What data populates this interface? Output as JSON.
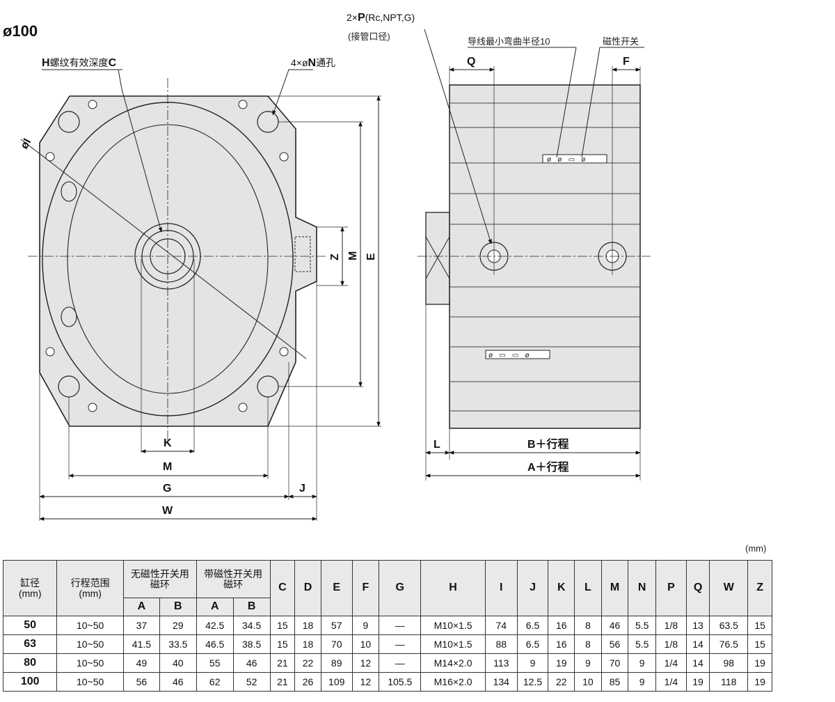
{
  "title": "ø100",
  "front_view_labels": {
    "thread_label_h": "H",
    "thread_label_text": "螺纹有效深度",
    "thread_label_c": "C",
    "hole_label_prefix": "4×ø",
    "hole_label_n": "N",
    "hole_label_suffix": "通孔",
    "dim_i": "øI",
    "dim_k": "K",
    "dim_m_bottom": "M",
    "dim_g": "G",
    "dim_w": "W",
    "dim_j": "J",
    "dim_z": "Z",
    "dim_m_side": "M",
    "dim_e": "E"
  },
  "side_view_labels": {
    "port_label_prefix": "2×",
    "port_label_p": "P",
    "port_label_suffix": "(Rc,NPT,G)",
    "port_note": "(接管口径)",
    "bend_note": "导线最小弯曲半径10",
    "switch_note": "磁性开关",
    "dim_q": "Q",
    "dim_f": "F",
    "dim_l": "L",
    "dim_b_stroke": "B＋行程",
    "dim_a_stroke": "A＋行程"
  },
  "unit": "(mm)",
  "table": {
    "headers": {
      "bore": "缸径\n(mm)",
      "stroke": "行程范围\n(mm)",
      "no_switch": "无磁性开关用\n磁环",
      "with_switch": "带磁性开关用\n磁环",
      "a": "A",
      "b": "B",
      "cols": [
        "C",
        "D",
        "E",
        "F",
        "G",
        "H",
        "I",
        "J",
        "K",
        "L",
        "M",
        "N",
        "P",
        "Q",
        "W",
        "Z"
      ]
    },
    "rows": [
      [
        "50",
        "10~50",
        "37",
        "29",
        "42.5",
        "34.5",
        "15",
        "18",
        "57",
        "9",
        "—",
        "M10×1.5",
        "74",
        "6.5",
        "16",
        "8",
        "46",
        "5.5",
        "1/8",
        "13",
        "63.5",
        "15"
      ],
      [
        "63",
        "10~50",
        "41.5",
        "33.5",
        "46.5",
        "38.5",
        "15",
        "18",
        "70",
        "10",
        "—",
        "M10×1.5",
        "88",
        "6.5",
        "16",
        "8",
        "56",
        "5.5",
        "1/8",
        "14",
        "76.5",
        "15"
      ],
      [
        "80",
        "10~50",
        "49",
        "40",
        "55",
        "46",
        "21",
        "22",
        "89",
        "12",
        "—",
        "M14×2.0",
        "113",
        "9",
        "19",
        "9",
        "70",
        "9",
        "1/4",
        "14",
        "98",
        "19"
      ],
      [
        "100",
        "10~50",
        "56",
        "46",
        "62",
        "52",
        "21",
        "26",
        "109",
        "12",
        "105.5",
        "M16×2.0",
        "134",
        "12.5",
        "22",
        "10",
        "85",
        "9",
        "1/4",
        "19",
        "118",
        "19"
      ]
    ]
  }
}
